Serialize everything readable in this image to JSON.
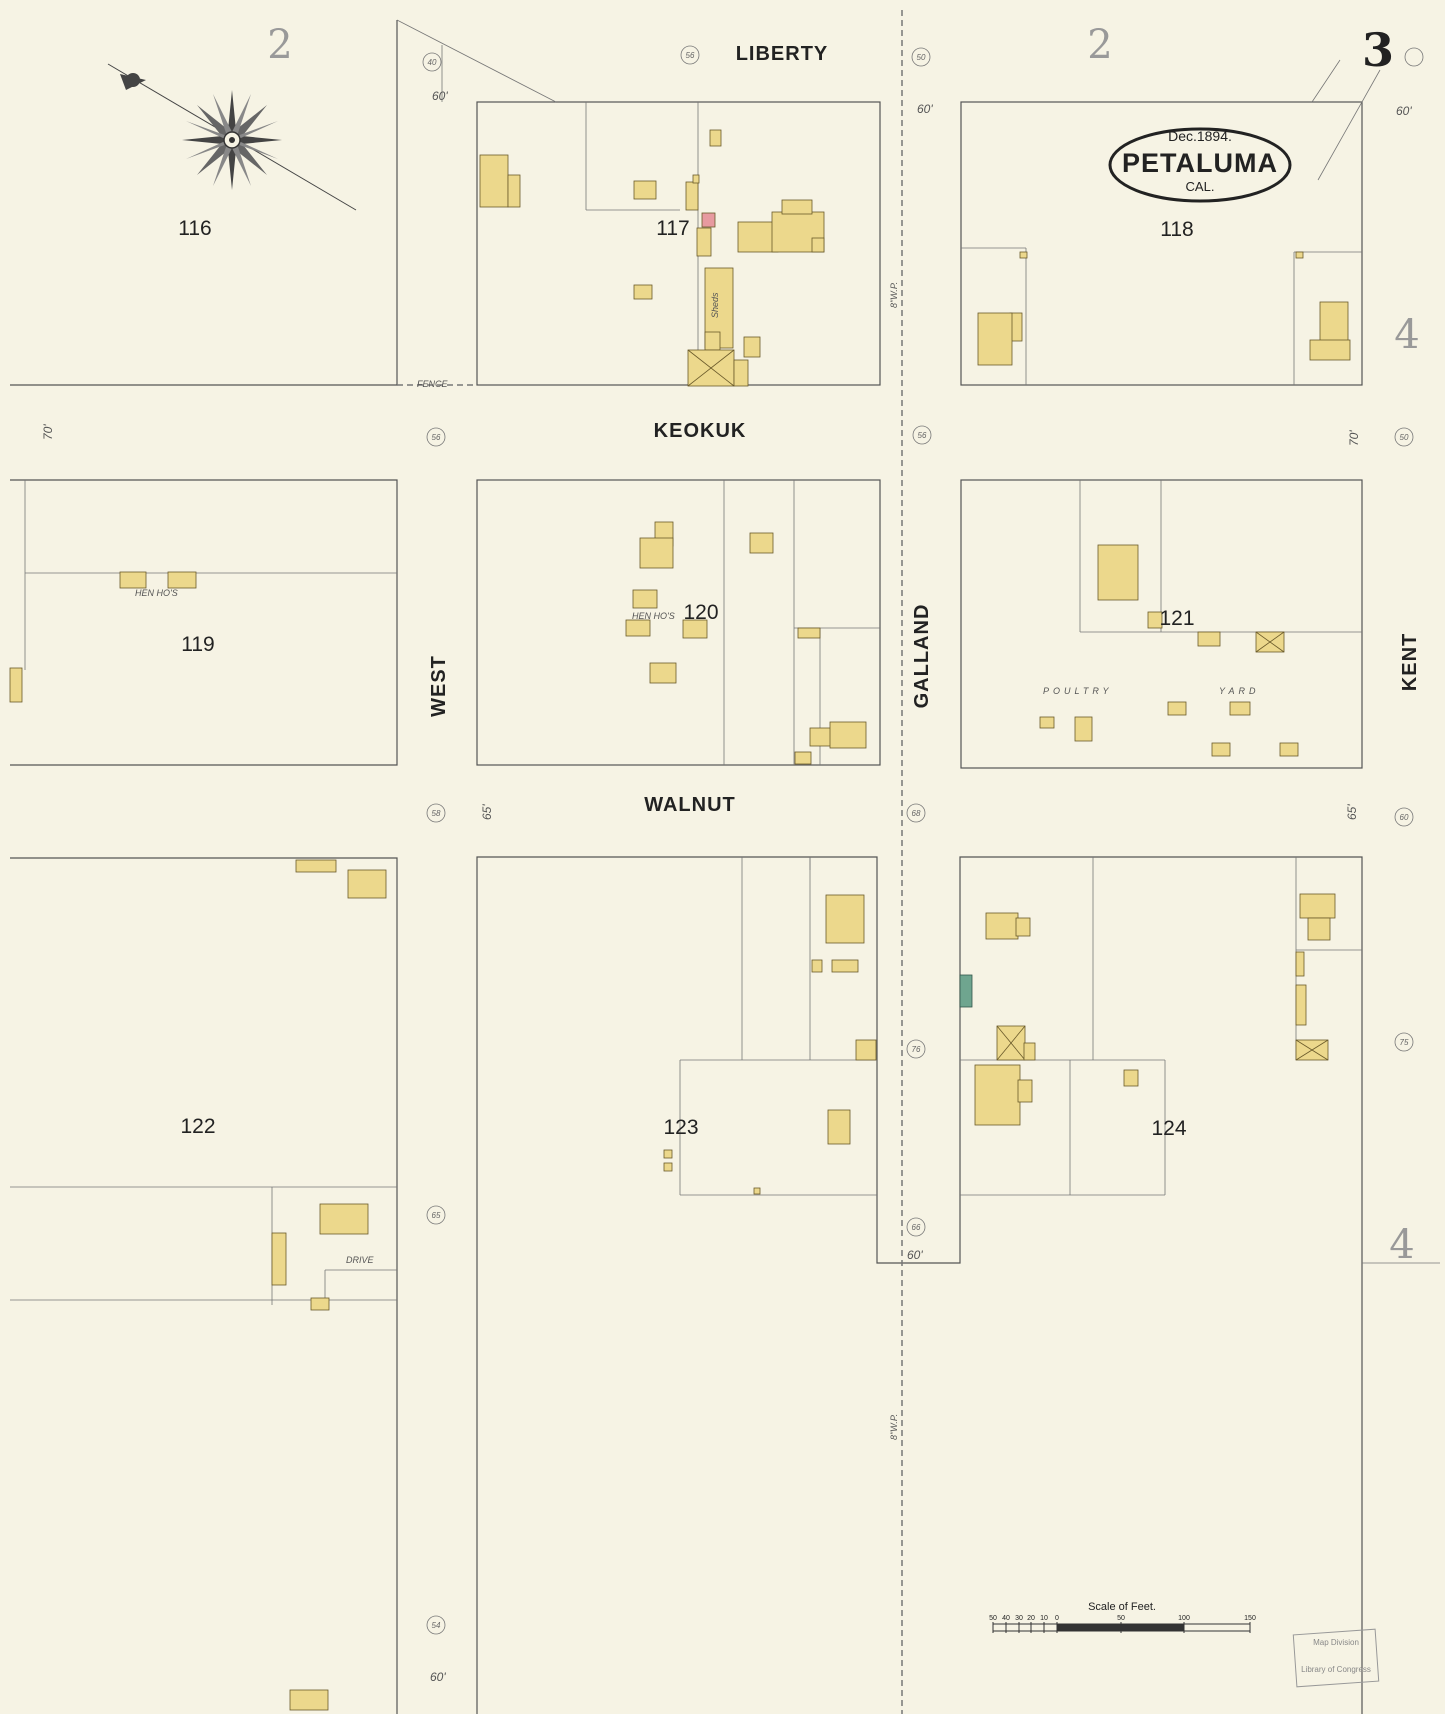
{
  "sheet": {
    "number": "3",
    "date": "Dec.1894.",
    "city": "PETALUMA",
    "state": "CAL."
  },
  "adjacent_sheets": [
    "2",
    "2",
    "4",
    "4"
  ],
  "streets": {
    "liberty": "LIBERTY",
    "keokuk": "KEOKUK",
    "walnut": "WALNUT",
    "west": "WEST",
    "galland": "GALLAND",
    "kent": "KENT"
  },
  "blocks": [
    "116",
    "117",
    "118",
    "119",
    "120",
    "121",
    "122",
    "123",
    "124"
  ],
  "annotations": {
    "fence": "FENCE",
    "sheds": "Sheds",
    "hen_house_1": "HEN HO'S",
    "hen_house_2": "HEN HO'S",
    "poultry": "POULTRY",
    "yard": "YARD",
    "drive": "DRIVE",
    "water_pipe_1": "8\"W.P.",
    "water_pipe_2": "8\"W.P."
  },
  "street_widths": [
    "60'",
    "60'",
    "60'",
    "70'",
    "70'",
    "60'",
    "60'",
    "65'",
    "65'"
  ],
  "street_numbers": [
    "56",
    "50",
    "40",
    "56",
    "56",
    "50",
    "58",
    "68",
    "60",
    "76",
    "75",
    "65",
    "66",
    "54"
  ],
  "scale": {
    "title": "Scale of Feet.",
    "ticks": [
      "50",
      "40",
      "30",
      "20",
      "10",
      "0",
      "50",
      "100",
      "150"
    ]
  },
  "stamp": [
    "Map Division",
    "Library of Congress"
  ],
  "colors": {
    "paper": "#f6f3e4",
    "frame_building": "#ecd88c",
    "brick_building": "#e79aa0",
    "stone_building": "#6fa58f"
  }
}
